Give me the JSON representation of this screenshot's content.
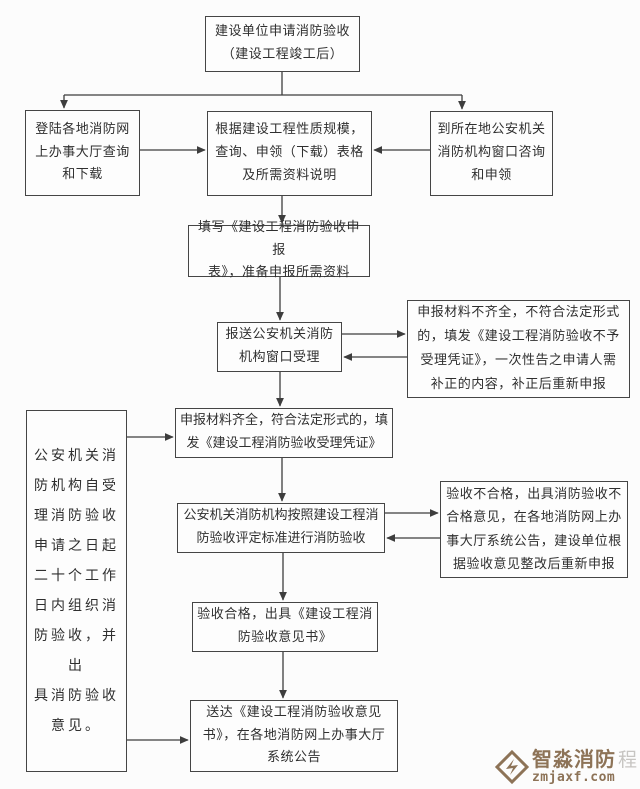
{
  "page": {
    "background_color": "#fcfcfc",
    "box_border_color": "#454545",
    "line_color": "#3d3d3d",
    "text_color": "#2f2f2f"
  },
  "flowchart": {
    "nodes": {
      "apply": {
        "text": "建设单位申请消防验收\n（建设工程竣工后）"
      },
      "login": {
        "text": "登陆各地消防网\n上办事大厅查询\n和下载"
      },
      "forms": {
        "text": "根据建设工程性质规模，\n查询、申领（下载）表格\n及所需资料说明"
      },
      "counter": {
        "text": "到所在地公安机关\n消防机构窗口咨询\n和申领"
      },
      "fill": {
        "text": "填写《建设工程消防验收申报\n表》，准备申报所需资料"
      },
      "submit": {
        "text": "报送公安机关消防\n机构窗口受理"
      },
      "incomplete": {
        "text": "申报材料不齐全，不符合法定形式\n的，填发《建设工程消防验收不予\n受理凭证》，一次性告之申请人需\n补正的内容，补正后重新申报"
      },
      "complete": {
        "text": "申报材料齐全，符合法定形式的，填\n发《建设工程消防验收受理凭证》"
      },
      "period": {
        "text": "公安机关消\n防机构自受\n理消防验收\n申请之日起\n二十个工作\n日内组织消\n防验收，并出\n具消防验收\n意见。"
      },
      "assess": {
        "text": "公安机关消防机构按照建设工程消\n防验收评定标准进行消防验收"
      },
      "fail": {
        "text": "验收不合格，出具消防验收不\n合格意见，在各地消防网上办\n事大厅系统公告，建设单位根\n据验收意见整改后重新申报"
      },
      "pass": {
        "text": "验收合格，出具《建设工程消\n防验收意见书》"
      },
      "deliver": {
        "text": "送达《建设工程消防验收意见\n书》，在各地消防网上办事大厅\n系统公告"
      }
    }
  },
  "watermark": {
    "brand": "智淼消防",
    "ghost_char": "程",
    "domain": "zmjaxf.com",
    "brand_color": "#8d7357"
  }
}
